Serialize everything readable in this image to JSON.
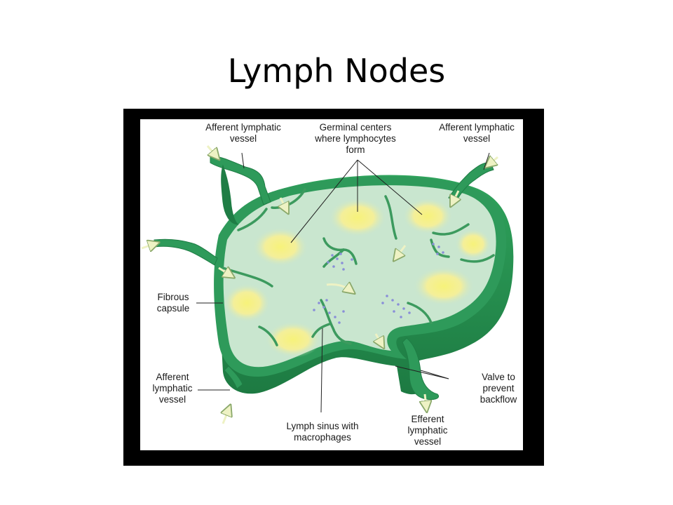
{
  "slide": {
    "title": "Lymph Nodes"
  },
  "diagram": {
    "labels": {
      "afferent_top_left": "Afferent lymphatic\nvessel",
      "germinal_centers": "Germinal centers\nwhere lymphocytes\nform",
      "afferent_top_right": "Afferent lymphatic\nvessel",
      "fibrous_capsule": "Fibrous\ncapsule",
      "afferent_bottom_left": "Afferent\nlymphatic\nvessel",
      "lymph_sinus": "Lymph sinus with\nmacrophages",
      "efferent": "Efferent\nlymphatic\nvessel",
      "valve": "Valve to\nprevent\nbackflow"
    },
    "colors": {
      "capsule": "#2e9a5a",
      "capsule_dark": "#1f7d45",
      "interior": "#c9e6cf",
      "trabecula": "#3c9a5e",
      "germinal": "#f6f08a",
      "arrow": "#eef2c4",
      "macrophage": "#8a8fd8"
    }
  }
}
